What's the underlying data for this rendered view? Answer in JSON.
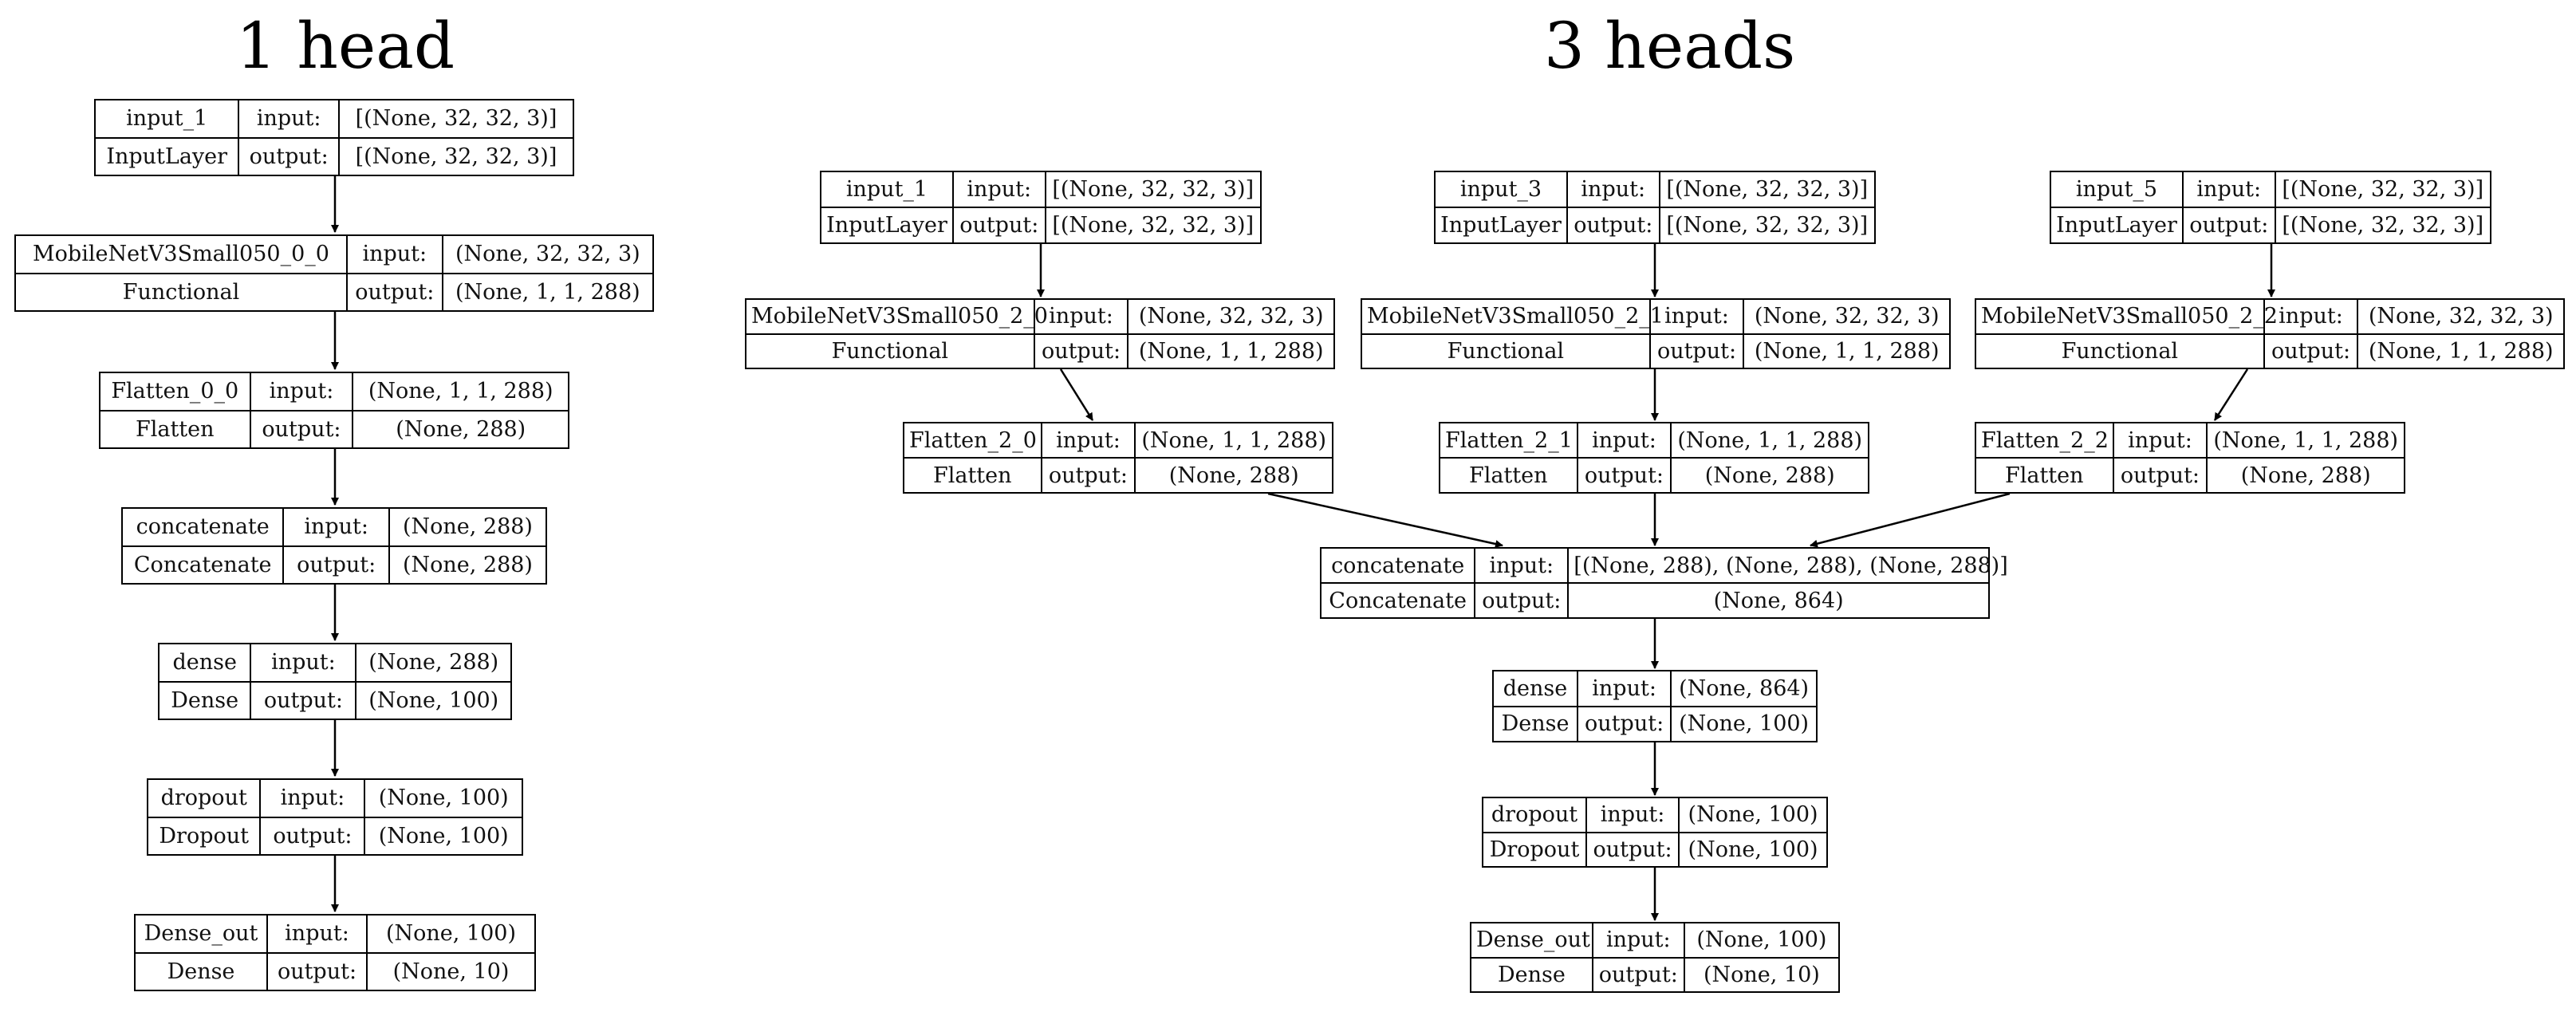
{
  "titles": {
    "one_head": "1 head",
    "three_heads": "3 heads"
  },
  "one_head": {
    "input_1": {
      "name": "input_1",
      "type": "InputLayer",
      "in_label": "input:",
      "out_label": "output:",
      "input": "[(None, 32, 32, 3)]",
      "output": "[(None, 32, 32, 3)]"
    },
    "mobilenet": {
      "name": "MobileNetV3Small050_0_0",
      "type": "Functional",
      "in_label": "input:",
      "out_label": "output:",
      "input": "(None, 32, 32, 3)",
      "output": "(None, 1, 1, 288)"
    },
    "flatten": {
      "name": "Flatten_0_0",
      "type": "Flatten",
      "in_label": "input:",
      "out_label": "output:",
      "input": "(None, 1, 1, 288)",
      "output": "(None, 288)"
    },
    "concat": {
      "name": "concatenate",
      "type": "Concatenate",
      "in_label": "input:",
      "out_label": "output:",
      "input": "(None, 288)",
      "output": "(None, 288)"
    },
    "dense": {
      "name": "dense",
      "type": "Dense",
      "in_label": "input:",
      "out_label": "output:",
      "input": "(None, 288)",
      "output": "(None, 100)"
    },
    "dropout": {
      "name": "dropout",
      "type": "Dropout",
      "in_label": "input:",
      "out_label": "output:",
      "input": "(None, 100)",
      "output": "(None, 100)"
    },
    "dense_out": {
      "name": "Dense_out",
      "type": "Dense",
      "in_label": "input:",
      "out_label": "output:",
      "input": "(None, 100)",
      "output": "(None, 10)"
    }
  },
  "three_heads": {
    "input_1": {
      "name": "input_1",
      "type": "InputLayer",
      "in_label": "input:",
      "out_label": "output:",
      "input": "[(None, 32, 32, 3)]",
      "output": "[(None, 32, 32, 3)]"
    },
    "input_3": {
      "name": "input_3",
      "type": "InputLayer",
      "in_label": "input:",
      "out_label": "output:",
      "input": "[(None, 32, 32, 3)]",
      "output": "[(None, 32, 32, 3)]"
    },
    "input_5": {
      "name": "input_5",
      "type": "InputLayer",
      "in_label": "input:",
      "out_label": "output:",
      "input": "[(None, 32, 32, 3)]",
      "output": "[(None, 32, 32, 3)]"
    },
    "mobilenet_0": {
      "name": "MobileNetV3Small050_2_0",
      "type": "Functional",
      "in_label": "input:",
      "out_label": "output:",
      "input": "(None, 32, 32, 3)",
      "output": "(None, 1, 1, 288)"
    },
    "mobilenet_1": {
      "name": "MobileNetV3Small050_2_1",
      "type": "Functional",
      "in_label": "input:",
      "out_label": "output:",
      "input": "(None, 32, 32, 3)",
      "output": "(None, 1, 1, 288)"
    },
    "mobilenet_2": {
      "name": "MobileNetV3Small050_2_2",
      "type": "Functional",
      "in_label": "input:",
      "out_label": "output:",
      "input": "(None, 32, 32, 3)",
      "output": "(None, 1, 1, 288)"
    },
    "flatten_0": {
      "name": "Flatten_2_0",
      "type": "Flatten",
      "in_label": "input:",
      "out_label": "output:",
      "input": "(None, 1, 1, 288)",
      "output": "(None, 288)"
    },
    "flatten_1": {
      "name": "Flatten_2_1",
      "type": "Flatten",
      "in_label": "input:",
      "out_label": "output:",
      "input": "(None, 1, 1, 288)",
      "output": "(None, 288)"
    },
    "flatten_2": {
      "name": "Flatten_2_2",
      "type": "Flatten",
      "in_label": "input:",
      "out_label": "output:",
      "input": "(None, 1, 1, 288)",
      "output": "(None, 288)"
    },
    "concat": {
      "name": "concatenate",
      "type": "Concatenate",
      "in_label": "input:",
      "out_label": "output:",
      "input": "[(None, 288), (None, 288), (None, 288)]",
      "output": "(None, 864)"
    },
    "dense": {
      "name": "dense",
      "type": "Dense",
      "in_label": "input:",
      "out_label": "output:",
      "input": "(None, 864)",
      "output": "(None, 100)"
    },
    "dropout": {
      "name": "dropout",
      "type": "Dropout",
      "in_label": "input:",
      "out_label": "output:",
      "input": "(None, 100)",
      "output": "(None, 100)"
    },
    "dense_out": {
      "name": "Dense_out",
      "type": "Dense",
      "in_label": "input:",
      "out_label": "output:",
      "input": "(None, 100)",
      "output": "(None, 10)"
    }
  }
}
